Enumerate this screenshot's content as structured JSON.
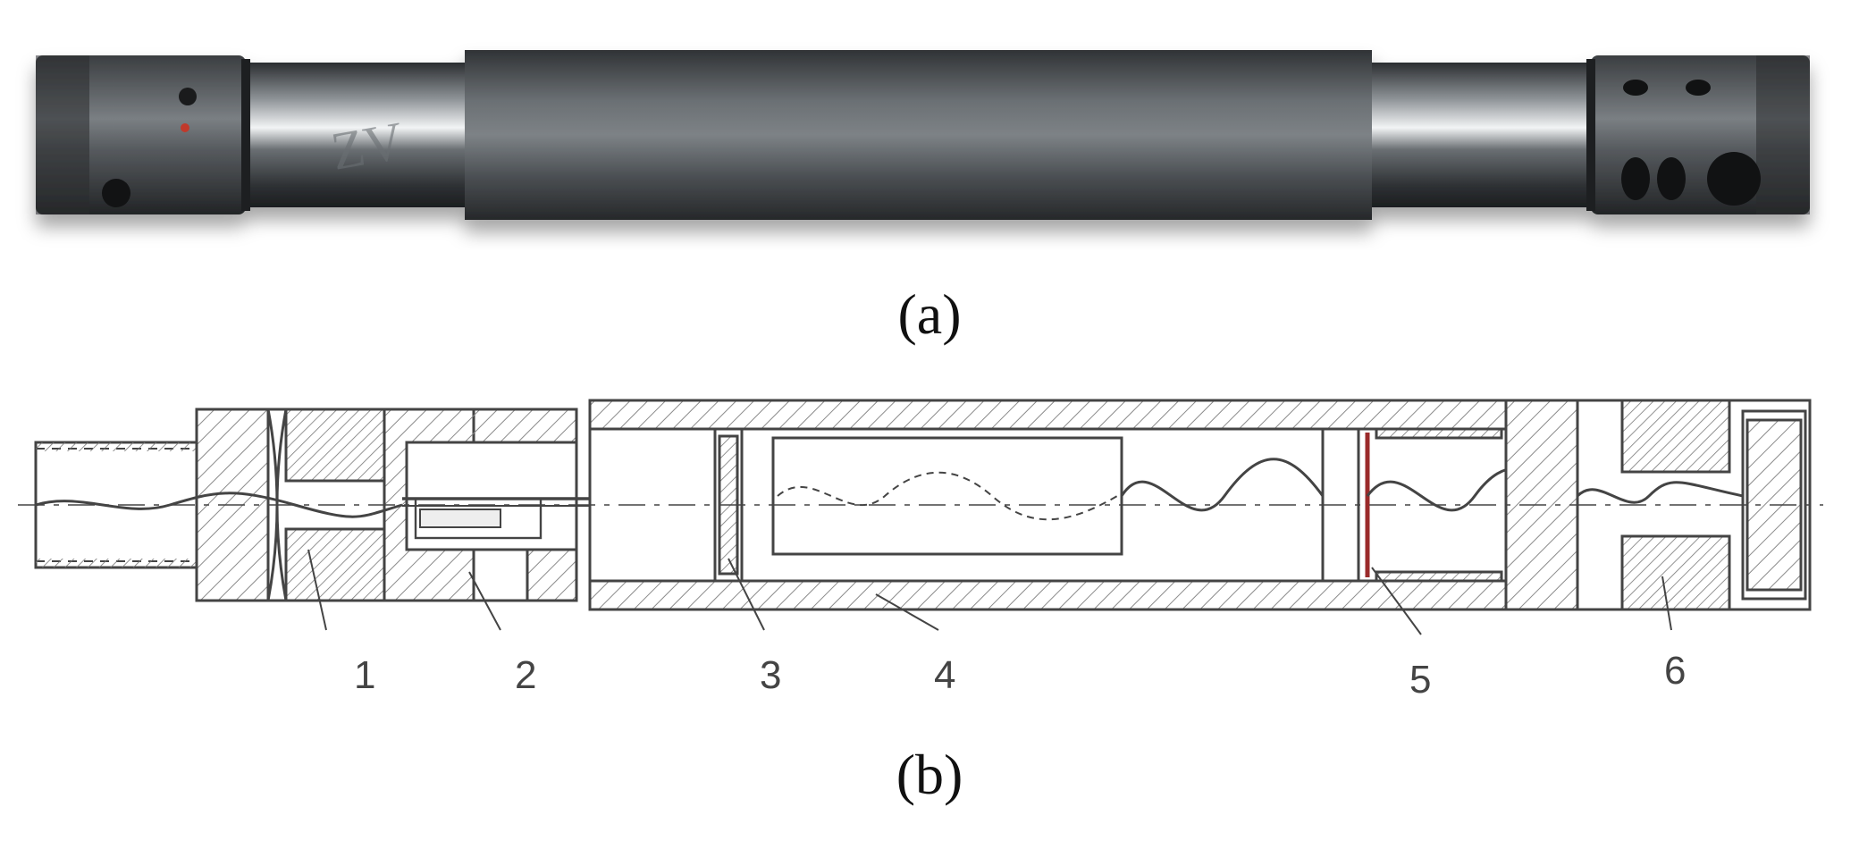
{
  "figure": {
    "panel_a": {
      "caption": "(a)"
    },
    "panel_b": {
      "caption": "(b)",
      "part_labels": [
        "1",
        "2",
        "3",
        "4",
        "5",
        "6"
      ]
    }
  },
  "colors": {
    "steel_dark": "#3a3d40",
    "steel_mid": "#6e7276",
    "steel_light": "#d9dcdf",
    "line": "#444444",
    "hatch": "#8a8a8a",
    "seal_red": "#9a2a2a"
  }
}
